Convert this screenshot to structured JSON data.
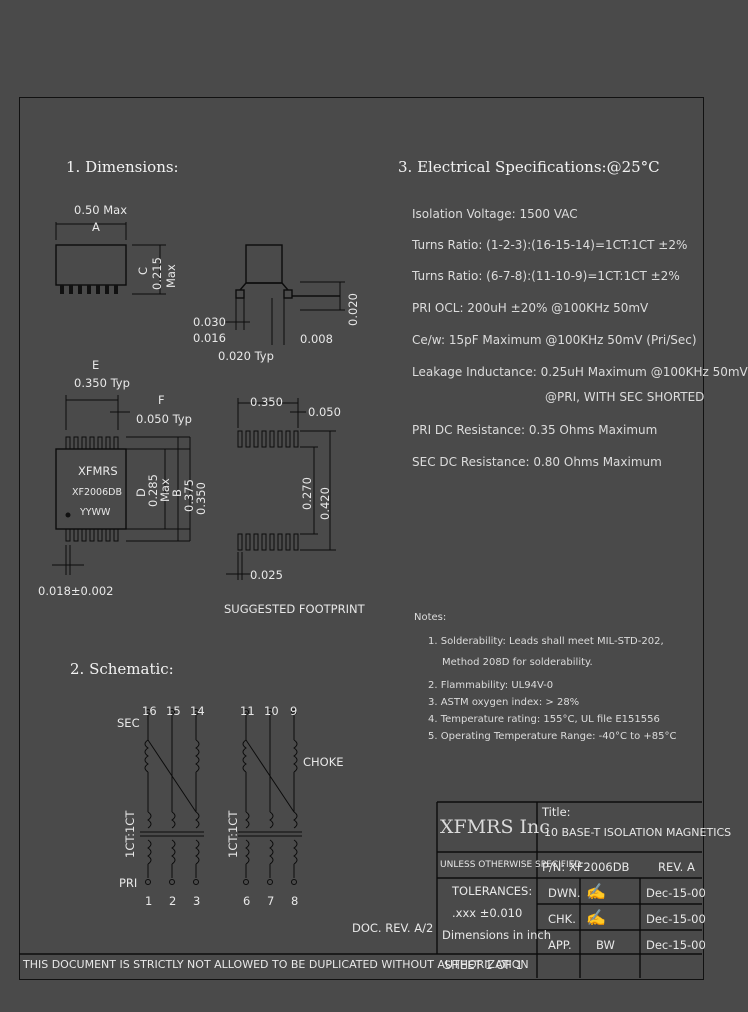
{
  "sections": {
    "dimensions": "1. Dimensions:",
    "schematic": "2. Schematic:",
    "electrical": "3. Electrical    Specifications:@25°C"
  },
  "dims": {
    "a_val": "0.50 Max",
    "a": "A",
    "c_letter": "C",
    "c_val": "0.215",
    "c_max": "Max",
    "d030": "0.030",
    "d016": "0.016",
    "d020typ": "0.020 Typ",
    "d008": "0.008",
    "d020": "0.020",
    "e": "E",
    "e_val": "0.350 Typ",
    "f": "F",
    "f_val": "0.050 Typ",
    "part_brand": "XFMRS",
    "part_no": "XF2006DB",
    "part_date": "YYWW",
    "d_letter": "D",
    "d_val": "0.285",
    "d_max": "Max",
    "b_letter": "B",
    "b_val": "0.375",
    "d350": "0.350",
    "d018": "0.018±0.002",
    "fp350": "0.350",
    "fp050": "0.050",
    "fp270": "0.270",
    "fp420": "0.420",
    "fp025": "0.025",
    "footprint": "SUGGESTED FOOTPRINT"
  },
  "schematic": {
    "sec": "SEC",
    "pri": "PRI",
    "ratio": "1CT:1CT",
    "choke": "CHOKE",
    "top_left": [
      "16",
      "15",
      "14"
    ],
    "top_right": [
      "11",
      "10",
      "9"
    ],
    "bot_left": [
      "1",
      "2",
      "3"
    ],
    "bot_right": [
      "6",
      "7",
      "8"
    ]
  },
  "electrical": [
    "Isolation Voltage:  1500 VAC",
    "Turns Ratio: (1-2-3):(16-15-14)=1CT:1CT ±2%",
    "Turns Ratio: (6-7-8):(11-10-9)=1CT:1CT ±2%",
    "PRI OCL: 200uH ±20% @100KHz 50mV",
    "Ce/w: 15pF Maximum @100KHz 50mV (Pri/Sec)",
    "Leakage Inductance: 0.25uH Maximum @100KHz 50mV",
    "@PRI, WITH SEC SHORTED",
    "PRI DC Resistance: 0.35 Ohms Maximum",
    "SEC DC Resistance: 0.80 Ohms Maximum"
  ],
  "notes": {
    "title": "Notes:",
    "items": [
      "1. Solderability: Leads shall meet MIL-STD-202,",
      "Method 208D for solderability.",
      "2. Flammability: UL94V-0",
      "3. ASTM oxygen index: > 28%",
      "4. Temperature rating: 155°C, UL file E151556",
      "5. Operating Temperature Range: -40°C to +85°C"
    ]
  },
  "title_block": {
    "company": "XFMRS Inc",
    "title_label": "Title:",
    "title": "10 BASE-T ISOLATION MAGNETICS",
    "unless": "UNLESS OTHERWISE SPECIFIED",
    "pn": "P/N: XF2006DB",
    "rev": "REV. A",
    "tolerances": "TOLERANCES:",
    "xxx": ".xxx ±0.010",
    "dims_in": "Dimensions in inch",
    "doc_rev": "DOC. REV. A/2",
    "dwn": "DWN.",
    "chk": "CHK.",
    "app": "APP.",
    "dwn_date": "Dec-15-00",
    "chk_date": "Dec-15-00",
    "app_date": "Dec-15-00",
    "app_name": "BW",
    "sheet": "SHEET  1  OF  1"
  },
  "footer": "THIS DOCUMENT IS STRICTLY NOT ALLOWED TO BE DUPLICATED WITHOUT AUTHORIZATION"
}
